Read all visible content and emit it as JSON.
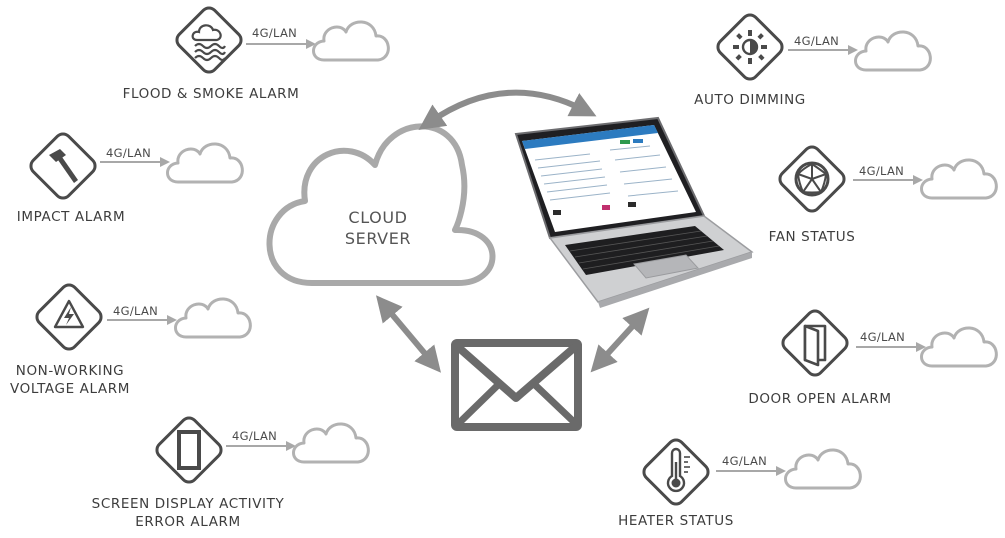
{
  "center": {
    "cloud_line1": "CLOUD",
    "cloud_line2": "SERVER"
  },
  "colors": {
    "icon_dark": "#4a4a4a",
    "cloud_gray": "#a9a9a9",
    "arrow_gray": "#8c8c8c"
  },
  "devices": [
    {
      "label": "FLOOD & SMOKE ALARM",
      "link": "4G/LAN",
      "icon": "flood-smoke-icon"
    },
    {
      "label": "IMPACT ALARM",
      "link": "4G/LAN",
      "icon": "hammer-icon"
    },
    {
      "label_line1": "NON-WORKING",
      "label_line2": "VOLTAGE ALARM",
      "link": "4G/LAN",
      "icon": "voltage-icon"
    },
    {
      "label_line1": "SCREEN DISPLAY ACTIVITY",
      "label_line2": "ERROR ALARM",
      "link": "4G/LAN",
      "icon": "screen-icon"
    },
    {
      "label": "AUTO DIMMING",
      "link": "4G/LAN",
      "icon": "sun-icon"
    },
    {
      "label": "FAN STATUS",
      "link": "4G/LAN",
      "icon": "fan-icon"
    },
    {
      "label": "DOOR OPEN ALARM",
      "link": "4G/LAN",
      "icon": "door-icon"
    },
    {
      "label": "HEATER STATUS",
      "link": "4G/LAN",
      "icon": "thermometer-icon"
    }
  ]
}
